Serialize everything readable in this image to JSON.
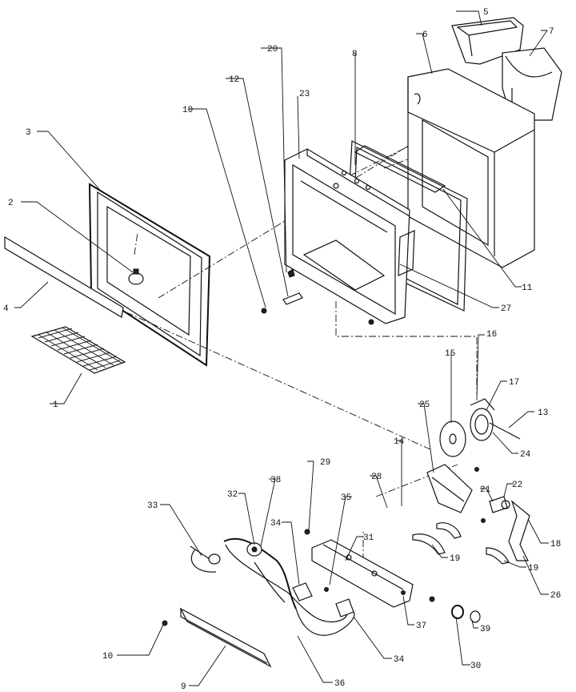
{
  "callouts": [
    "1",
    "2",
    "3",
    "4",
    "5",
    "6",
    "7",
    "8",
    "9",
    "10",
    "10",
    "11",
    "12",
    "13",
    "14",
    "15",
    "16",
    "17",
    "18",
    "19",
    "19",
    "20",
    "21",
    "22",
    "23",
    "24",
    "25",
    "26",
    "27",
    "28",
    "29",
    "30",
    "31",
    "32",
    "33",
    "34",
    "34",
    "35",
    "36",
    "37",
    "38",
    "39"
  ]
}
